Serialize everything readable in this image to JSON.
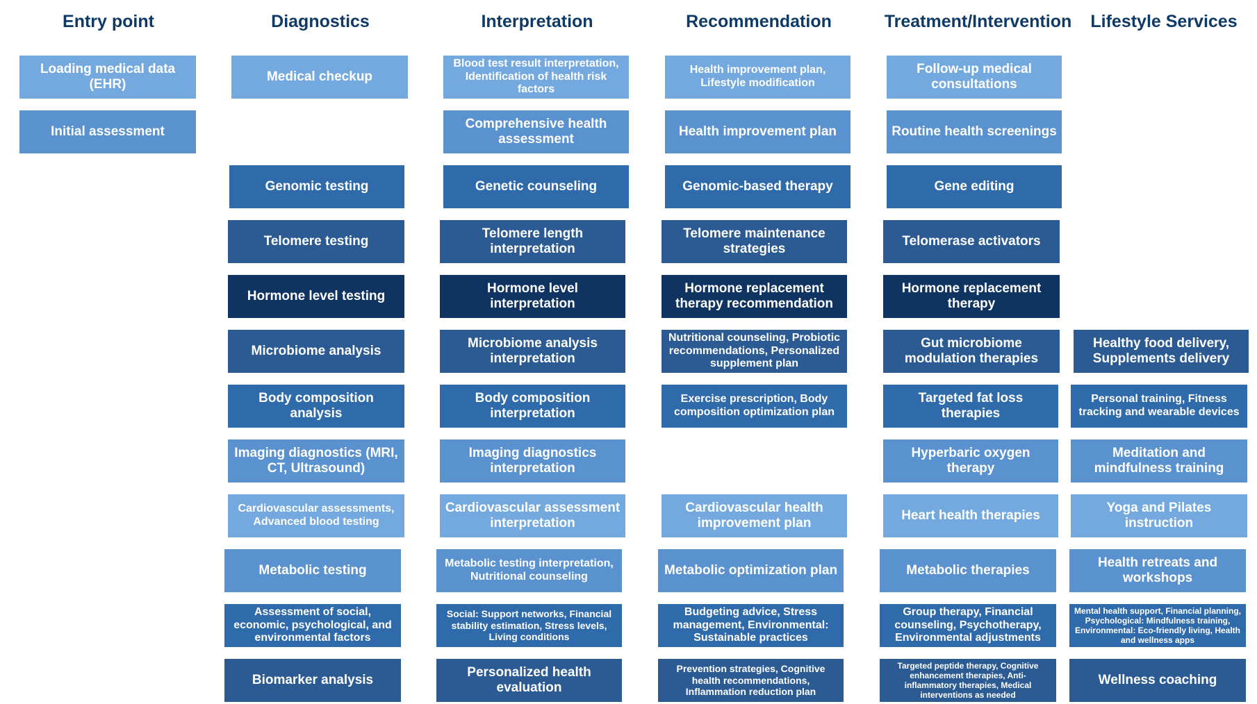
{
  "headers": {
    "entry": "Entry point",
    "diagnostics": "Diagnostics",
    "interpretation": "Interpretation",
    "recommendation": "Recommendation",
    "treatment": "Treatment/Intervention",
    "lifestyle": "Lifestyle Services"
  },
  "entry": {
    "r1": "Loading medical data (EHR)",
    "r2": "Initial assessment"
  },
  "diagnostics": {
    "r1": "Medical checkup",
    "r3": "Genomic testing",
    "r4": "Telomere testing",
    "r5": "Hormone level testing",
    "r6": "Microbiome analysis",
    "r7": "Body composition analysis",
    "r8": "Imaging diagnostics (MRI, CT, Ultrasound)",
    "r9": "Cardiovascular assessments, Advanced blood testing",
    "r10": "Metabolic testing",
    "r11": "Assessment of social, economic, psychological, and environmental factors",
    "r12": "Biomarker analysis"
  },
  "interpretation": {
    "r1": "Blood test result interpretation, Identification of health risk factors",
    "r2": "Comprehensive health assessment",
    "r3": "Genetic counseling",
    "r4": "Telomere length interpretation",
    "r5": "Hormone level interpretation",
    "r6": "Microbiome analysis interpretation",
    "r7": "Body composition interpretation",
    "r8": "Imaging diagnostics interpretation",
    "r9": "Cardiovascular assessment interpretation",
    "r10": "Metabolic testing interpretation, Nutritional counseling",
    "r11": "Social: Support networks, Financial stability estimation, Stress levels, Living conditions",
    "r12": "Personalized health evaluation"
  },
  "recommendation": {
    "r1": "Health improvement plan, Lifestyle modification",
    "r2": "Health improvement plan",
    "r3": "Genomic-based therapy",
    "r4": "Telomere maintenance strategies",
    "r5": "Hormone replacement therapy recommendation",
    "r6": "Nutritional counseling, Probiotic recommendations, Personalized supplement plan",
    "r7": "Exercise prescription, Body composition optimization plan",
    "r9": "Cardiovascular health improvement plan",
    "r10": "Metabolic optimization plan",
    "r11": "Budgeting advice, Stress management, Environmental: Sustainable practices",
    "r12": "Prevention strategies, Cognitive health recommendations, Inflammation reduction plan"
  },
  "treatment": {
    "r1": "Follow-up medical consultations",
    "r2": "Routine health screenings",
    "r3": "Gene editing",
    "r4": "Telomerase activators",
    "r5": "Hormone replacement therapy",
    "r6": "Gut microbiome modulation therapies",
    "r7": "Targeted fat loss therapies",
    "r8": "Hyperbaric oxygen therapy",
    "r9": "Heart health therapies",
    "r10": "Metabolic therapies",
    "r11": "Group therapy, Financial counseling, Psychotherapy, Environmental adjustments",
    "r12": "Targeted peptide therapy, Cognitive enhancement therapies, Anti-inflammatory therapies, Medical interventions as needed"
  },
  "lifestyle": {
    "r6": "Healthy food delivery, Supplements delivery",
    "r7": "Personal training, Fitness tracking and wearable devices",
    "r8": "Meditation and mindfulness training",
    "r9": "Yoga and Pilates instruction",
    "r10": "Health retreats and workshops",
    "r11": "Mental health support, Financial planning, Psychological: Mindfulness training, Environmental: Eco-friendly living, Health and wellness apps",
    "r12": "Wellness coaching"
  },
  "colors": {
    "header_text": "#0f3a66",
    "box_lightest": "#74a9e0",
    "box_light": "#5a91cf",
    "box_mid": "#2f6aab",
    "box_dark": "#2b5b92",
    "box_darkest": "#0f3461"
  }
}
